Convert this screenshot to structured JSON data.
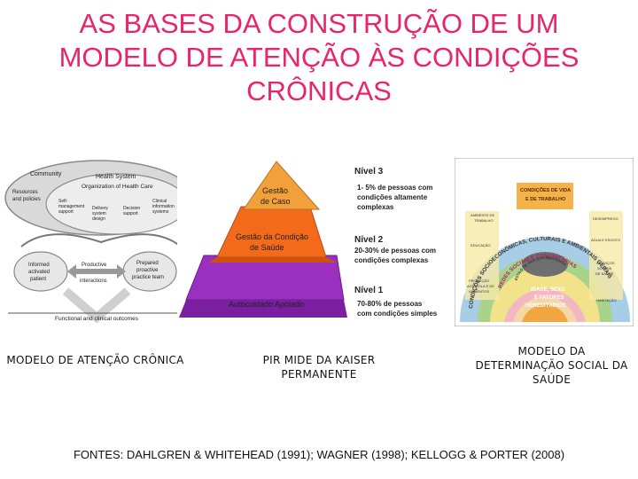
{
  "title": {
    "line1": "AS BASES DA CONSTRUÇÃO DE UM",
    "line2": "MODELO DE ATENÇÃO ÀS CONDIÇÕES",
    "line3": "CRÔNICAS"
  },
  "chronic_care_model": {
    "caption": "MODELO DE ATENÇÃO CRÔNICA",
    "community": "Community",
    "health_system": "Health System",
    "org_health_care": "Organization of Health Care",
    "resources_1": "Resources",
    "resources_2": "and policies",
    "self_mgmt_1": "Self-",
    "self_mgmt_2": "management",
    "self_mgmt_3": "support",
    "delivery_1": "Delivery",
    "delivery_2": "system",
    "delivery_3": "design",
    "decision_1": "Decision",
    "decision_2": "support",
    "clinical_1": "Clinical",
    "clinical_2": "information",
    "clinical_3": "systems",
    "patient_1": "Informed",
    "patient_2": "activated",
    "patient_3": "patient",
    "interactions_1": "Productive",
    "interactions_2": "interactions",
    "team_1": "Prepared",
    "team_2": "proactive",
    "team_3": "practice team",
    "outcomes": "Functional and clinical outcomes"
  },
  "kaiser_pyramid": {
    "caption_1": "PIR MIDE DA KAISER",
    "caption_2": "PERMANENTE",
    "top_label_1": "Gestão",
    "top_label_2": "de Caso",
    "mid_label_1": "Gestão da Condição",
    "mid_label_2": "de Saúde",
    "base_label": "Autocuidado Apoiado",
    "level3": "Nível 3",
    "level3_desc_1": "1- 5% de pessoas com",
    "level3_desc_2": "condições altamente",
    "level3_desc_3": "complexas",
    "level2": "Nível 2",
    "level2_desc_1": "20-30% de pessoas com",
    "level2_desc_2": "condições complexas",
    "level1": "Nível 1",
    "level1_desc_1": "70-80% de pessoas",
    "level1_desc_2": "com condições simples",
    "colors": {
      "top": "#f2a03a",
      "mid": "#f26a1a",
      "base": "#9b2fc0"
    }
  },
  "social_determination": {
    "caption_1": "MODELO DA",
    "caption_2": "DETERMINAÇÃO SOCIAL DA",
    "caption_3": "SAÚDE",
    "outer_arc": "CONDIÇÕES SOCIOECONÔMICAS, CULTURAIS E AMBIENTAIS GERAIS",
    "middle_arc": "REDES SOCIAIS E COMUNITÁRIAS",
    "inner_arc": "ESTILO DE VIDA DOS INDIVÍDUOS",
    "center_1": "IDADE, SEXO",
    "center_2": "E FATORES",
    "center_3": "HEREDITÁRIOS",
    "living_1": "CONDIÇÕES DE VIDA",
    "living_2": "E DE TRABALHO",
    "work_env_1": "AMBIENTE DE",
    "work_env_2": "TRABALHO",
    "education": "EDUCAÇÃO",
    "food_1": "PRODUÇÃO",
    "food_2": "AGRÍCOLA E DE",
    "food_3": "ALIMENTOS",
    "unemployment": "DESEMPREGO",
    "water": "ÁGUA E ESGOTO",
    "health_1": "SERVIÇOS",
    "health_2": "SOCIAIS",
    "health_3": "DE SAÚDE",
    "housing": "HABITAÇÃO"
  },
  "sources": "FONTES: DAHLGREN & WHITEHEAD (1991);   WAGNER (1998); KELLOGG & PORTER (2008)"
}
